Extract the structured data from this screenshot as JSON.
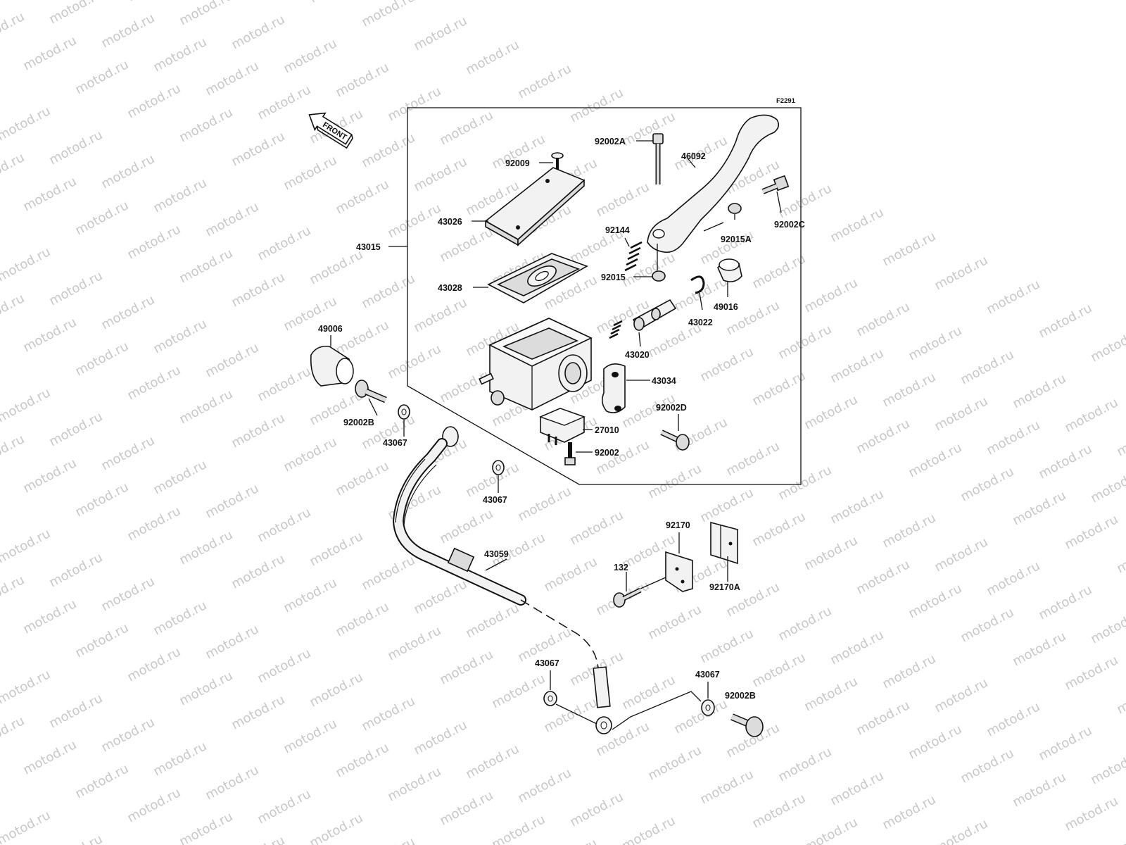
{
  "figure_code": "F2291",
  "front_label": "FRONT",
  "watermark": "motod.ru",
  "parts": {
    "p92002A": "92002A",
    "p46092": "46092",
    "p92009": "92009",
    "p43026": "43026",
    "p43015": "43015",
    "p92002C": "92002C",
    "p92015A": "92015A",
    "p92144": "92144",
    "p92015": "92015",
    "p49016": "49016",
    "p43022": "43022",
    "p43028": "43028",
    "p43020": "43020",
    "p49006": "49006",
    "p43034": "43034",
    "p92002D": "92002D",
    "p92002B_top": "92002B",
    "p43067_a": "43067",
    "p27010": "27010",
    "p92002": "92002",
    "p43067_b": "43067",
    "p43059": "43059",
    "p92170": "92170",
    "p132": "132",
    "p92170A": "92170A",
    "p43067_c": "43067",
    "p43067_d": "43067",
    "p92002B_bot": "92002B"
  }
}
